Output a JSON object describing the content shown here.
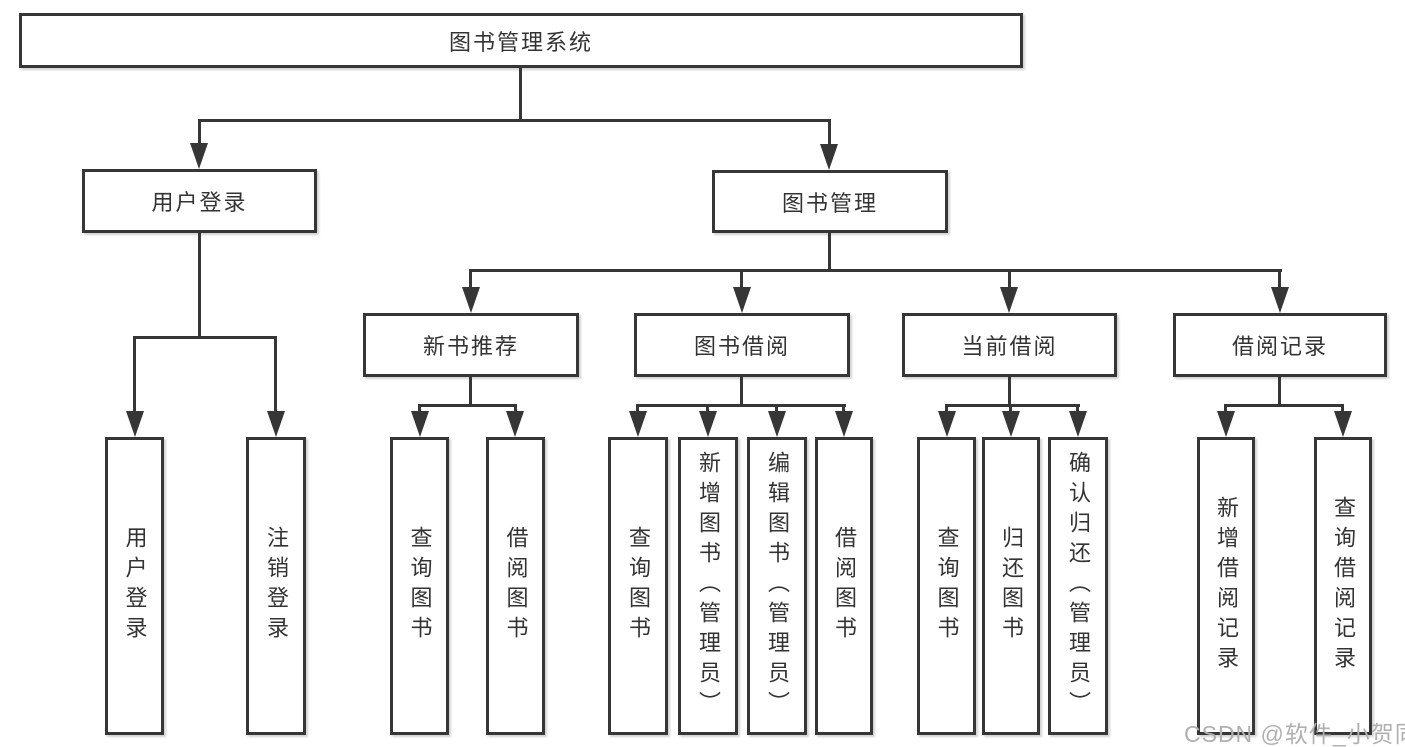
{
  "diagram_title": "图书管理系统",
  "nodes": {
    "root": "图书管理系统",
    "user_login": "用户登录",
    "book_mgmt": "图书管理",
    "new_books": "新书推荐",
    "book_borrow": "图书借阅",
    "current_borrow": "当前借阅",
    "borrow_records": "借阅记录",
    "leaves": {
      "user_login_1": "用户登录",
      "user_login_2": "注销登录",
      "new_books_1": "查询图书",
      "new_books_2": "借阅图书",
      "book_borrow_1": "查询图书",
      "book_borrow_2": "新增图书（管理员）",
      "book_borrow_3": "编辑图书（管理员）",
      "book_borrow_4": "借阅图书",
      "current_borrow_1": "查询图书",
      "current_borrow_2": "归还图书",
      "current_borrow_3": "确认归还（管理员）",
      "borrow_records_1": "新增借阅记录",
      "borrow_records_2": "查询借阅记录"
    }
  },
  "watermark": "CSDN @软件_小贺同学",
  "colors": {
    "line": "#363636",
    "text": "#333333",
    "watermark": "#b0b0b0",
    "background": "#ffffff"
  }
}
